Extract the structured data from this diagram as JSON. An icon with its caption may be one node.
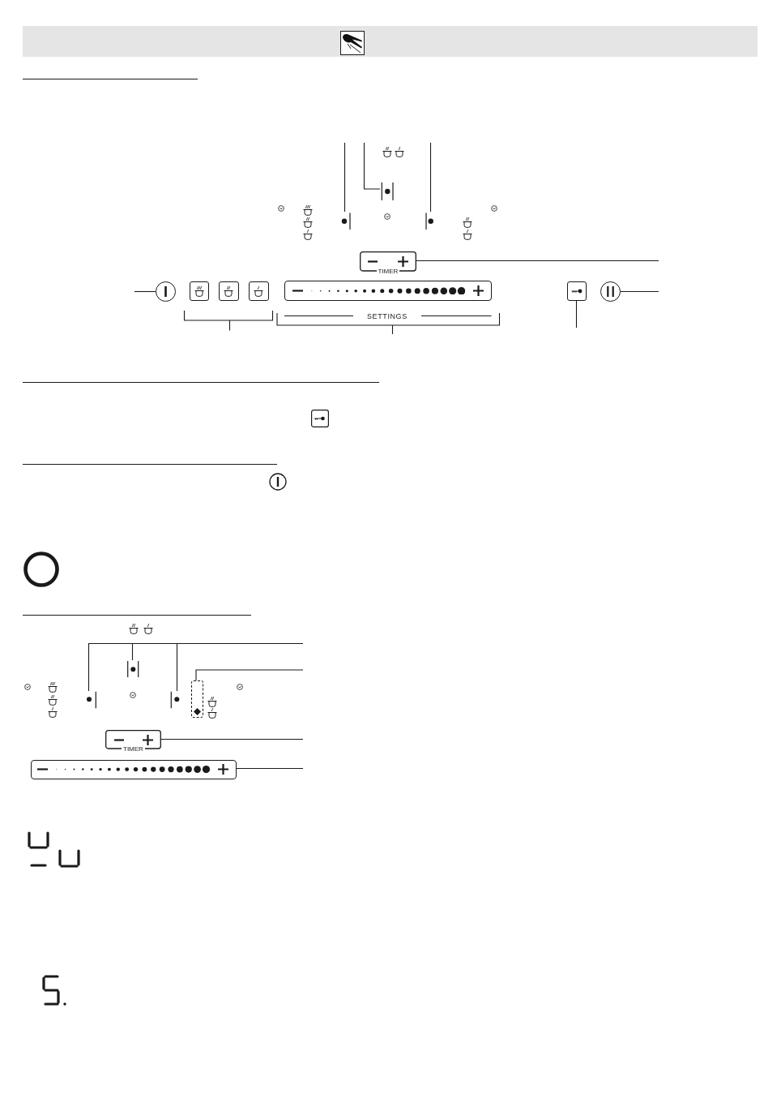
{
  "diagram": {
    "nodes": [
      {
        "text": [],
        "shape": "circle"
      },
      {
        "text": [],
        "shape": "circle"
      },
      {
        "text": [],
        "shape": "circle"
      },
      {
        "text": [
          "TIMER"
        ]
      },
      {
        "text": [],
        "shape": "circle"
      },
      {
        "text": [],
        "shape": "box"
      },
      {
        "text": [],
        "shape": "box"
      },
      {
        "text": [],
        "shape": "box"
      },
      {
        "text": [],
        "shape": "bar"
      },
      {
        "text": [],
        "shape": "box"
      },
      {
        "text": [],
        "shape": "circle"
      },
      {
        "text": [],
        "shape": "circle"
      },
      {
        "text": [],
        "shape": "circle"
      },
      {
        "text": [],
        "shape": "circle"
      },
      {
        "text": [],
        "shape": "box"
      },
      {
        "text": [
          "TIMER"
        ]
      },
      {
        "text": [],
        "shape": "bar"
      }
    ],
    "edges": [
      {
        "from": null,
        "to": 0,
        "arrow": "none"
      },
      {
        "from": null,
        "to": 1,
        "arrow": "none"
      },
      {
        "from": null,
        "to": 2,
        "arrow": "none"
      },
      {
        "from": null,
        "to": 3,
        "arrow": "none"
      },
      {
        "from": null,
        "to": 4,
        "arrow": "none"
      },
      {
        "from": null,
        "to": 9,
        "arrow": "none"
      },
      {
        "from": null,
        "to": 10,
        "arrow": "none"
      },
      {
        "from": null,
        "to": 11,
        "arrow": "none"
      },
      {
        "from": null,
        "to": 12,
        "arrow": "none"
      },
      {
        "from": null,
        "to": 13,
        "arrow": "none"
      },
      {
        "from": null,
        "to": 14,
        "arrow": "none"
      },
      {
        "from": null,
        "to": 15,
        "arrow": "none"
      },
      {
        "from": null,
        "to": 16,
        "arrow": "none"
      }
    ],
    "labels": [
      "SETTINGS"
    ]
  }
}
